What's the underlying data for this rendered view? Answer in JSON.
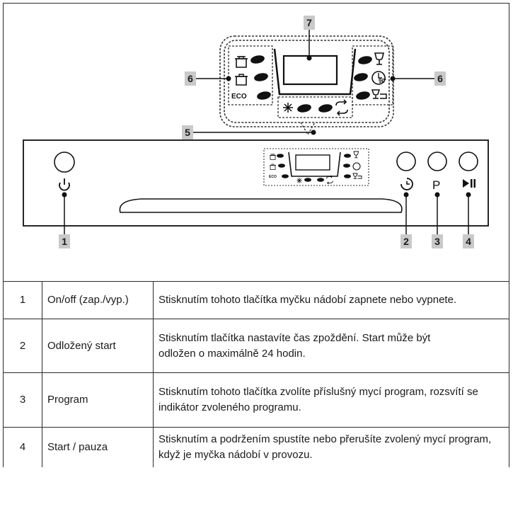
{
  "callouts": {
    "c1": "1",
    "c2": "2",
    "c3": "3",
    "c4": "4",
    "c5": "5",
    "c6_left": "6",
    "c6_right": "6",
    "c7": "7"
  },
  "panel": {
    "eco_label": "ECO",
    "eco_label_small": "ECO",
    "time_label": "90'",
    "program_symbol": "P"
  },
  "legend": [
    {
      "number": "1",
      "name": "On/off (zap./vyp.)",
      "description": "Stisknutím tohoto tlačítka myčku nádobí zapnete nebo vypnete."
    },
    {
      "number": "2",
      "name": "Odložený start",
      "description": "Stisknutím tlačítka nastavíte čas zpoždění. Start může být\nodložen o maximálně 24 hodin."
    },
    {
      "number": "3",
      "name": "Program",
      "description": "Stisknutím tohoto tlačítka zvolíte příslušný mycí program, rozsvítí se indikátor zvoleného programu."
    },
    {
      "number": "4",
      "name": "Start / pauza",
      "description": "Stisknutím a podržením spustíte nebo přerušíte zvolený mycí program, když je myčka nádobí v provozu."
    }
  ]
}
